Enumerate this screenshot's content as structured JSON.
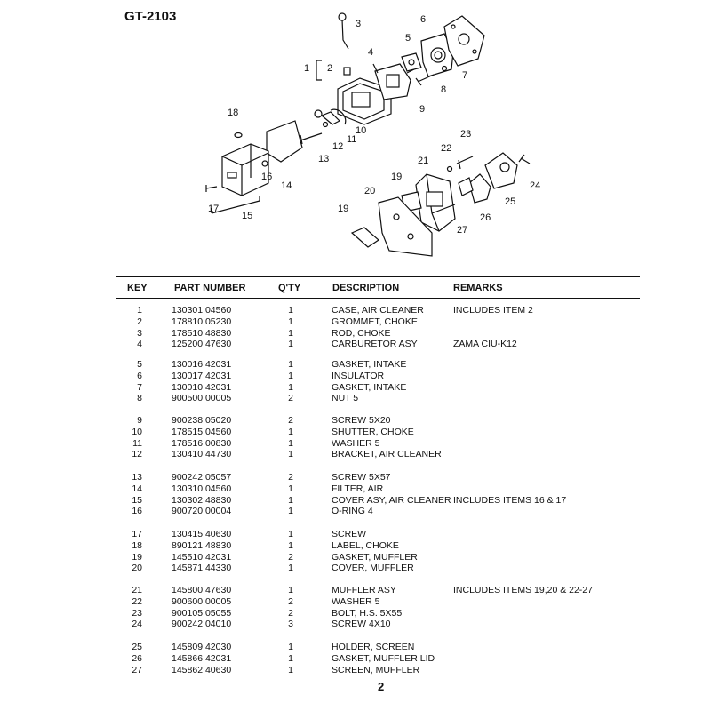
{
  "model": "GT-2103",
  "diagram": {
    "callouts": [
      "1",
      "2",
      "3",
      "4",
      "5",
      "6",
      "7",
      "8",
      "9",
      "10",
      "11",
      "12",
      "13",
      "14",
      "15",
      "16",
      "17",
      "18",
      "19",
      "19",
      "20",
      "21",
      "22",
      "23",
      "24",
      "25",
      "26",
      "27"
    ]
  },
  "table": {
    "headers": {
      "key": "KEY",
      "part": "PART NUMBER",
      "qty": "Q'TY",
      "desc": "DESCRIPTION",
      "remarks": "REMARKS"
    },
    "rows": [
      {
        "key": "1",
        "part": "130301 04560",
        "qty": "1",
        "desc": "CASE, AIR CLEANER",
        "remarks": "INCLUDES ITEM 2"
      },
      {
        "key": "2",
        "part": "178810 05230",
        "qty": "1",
        "desc": "GROMMET, CHOKE",
        "remarks": ""
      },
      {
        "key": "3",
        "part": "178510 48830",
        "qty": "1",
        "desc": "ROD, CHOKE",
        "remarks": ""
      },
      {
        "key": "4",
        "part": "125200 47630",
        "qty": "1",
        "desc": "CARBURETOR ASY",
        "remarks": "ZAMA CIU-K12"
      },
      {
        "key": "5",
        "part": "130016 42031",
        "qty": "1",
        "desc": "GASKET, INTAKE",
        "remarks": ""
      },
      {
        "key": "6",
        "part": "130017 42031",
        "qty": "1",
        "desc": "INSULATOR",
        "remarks": ""
      },
      {
        "key": "7",
        "part": "130010 42031",
        "qty": "1",
        "desc": "GASKET, INTAKE",
        "remarks": ""
      },
      {
        "key": "8",
        "part": "900500 00005",
        "qty": "2",
        "desc": "NUT 5",
        "remarks": ""
      },
      {
        "key": "9",
        "part": "900238 05020",
        "qty": "2",
        "desc": "SCREW 5X20",
        "remarks": ""
      },
      {
        "key": "10",
        "part": "178515 04560",
        "qty": "1",
        "desc": "SHUTTER, CHOKE",
        "remarks": ""
      },
      {
        "key": "11",
        "part": "178516 00830",
        "qty": "1",
        "desc": "WASHER 5",
        "remarks": ""
      },
      {
        "key": "12",
        "part": "130410 44730",
        "qty": "1",
        "desc": "BRACKET, AIR CLEANER",
        "remarks": ""
      },
      {
        "key": "13",
        "part": "900242 05057",
        "qty": "2",
        "desc": "SCREW 5X57",
        "remarks": ""
      },
      {
        "key": "14",
        "part": "130310 04560",
        "qty": "1",
        "desc": "FILTER, AIR",
        "remarks": ""
      },
      {
        "key": "15",
        "part": "130302 48830",
        "qty": "1",
        "desc": "COVER ASY, AIR CLEANER",
        "remarks": "INCLUDES ITEMS 16 & 17"
      },
      {
        "key": "16",
        "part": "900720 00004",
        "qty": "1",
        "desc": "O-RING 4",
        "remarks": ""
      },
      {
        "key": "17",
        "part": "130415 40630",
        "qty": "1",
        "desc": "SCREW",
        "remarks": ""
      },
      {
        "key": "18",
        "part": "890121 48830",
        "qty": "1",
        "desc": "LABEL, CHOKE",
        "remarks": ""
      },
      {
        "key": "19",
        "part": "145510 42031",
        "qty": "2",
        "desc": "GASKET, MUFFLER",
        "remarks": ""
      },
      {
        "key": "20",
        "part": "145871 44330",
        "qty": "1",
        "desc": "COVER, MUFFLER",
        "remarks": ""
      },
      {
        "key": "21",
        "part": "145800 47630",
        "qty": "1",
        "desc": "MUFFLER ASY",
        "remarks": "INCLUDES ITEMS 19,20 & 22-27"
      },
      {
        "key": "22",
        "part": "900600 00005",
        "qty": "2",
        "desc": "WASHER 5",
        "remarks": ""
      },
      {
        "key": "23",
        "part": "900105 05055",
        "qty": "2",
        "desc": "BOLT, H.S. 5X55",
        "remarks": ""
      },
      {
        "key": "24",
        "part": "900242 04010",
        "qty": "3",
        "desc": "SCREW 4X10",
        "remarks": ""
      },
      {
        "key": "25",
        "part": "145809 42030",
        "qty": "1",
        "desc": "HOLDER, SCREEN",
        "remarks": ""
      },
      {
        "key": "26",
        "part": "145866 42031",
        "qty": "1",
        "desc": "GASKET, MUFFLER LID",
        "remarks": ""
      },
      {
        "key": "27",
        "part": "145862 40630",
        "qty": "1",
        "desc": "SCREEN, MUFFLER",
        "remarks": ""
      }
    ]
  },
  "page_number": "2"
}
